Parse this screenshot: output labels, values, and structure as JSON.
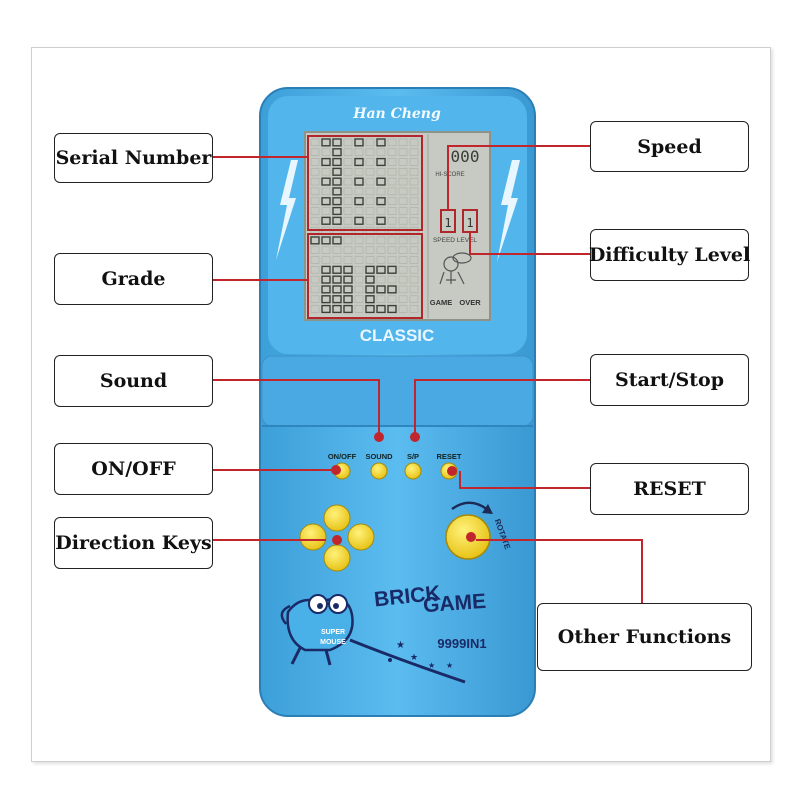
{
  "device": {
    "brand": "Han Cheng",
    "classic_label": "CLASSIC",
    "screen": {
      "speed_digits": "000",
      "hi_score_label": "HI-SCORE",
      "speed_level_label": "SPEED LEVEL",
      "game_label": "GAME",
      "over_label": "OVER",
      "speed_value": "1",
      "level_value": "1"
    },
    "buttons": {
      "on_off": "ON/OFF",
      "sound": "SOUND",
      "sp": "S/P",
      "reset": "RESET"
    },
    "rotate_label": "ROTATE",
    "logo_line1": "BRICK",
    "logo_line2": "GAME",
    "model": "9999IN1",
    "mascot_line1": "SUPER",
    "mascot_line2": "MOUSE"
  },
  "callouts": {
    "serial_number": "Serial Number",
    "grade": "Grade",
    "sound": "Sound",
    "on_off": "ON/OFF",
    "direction_keys": "Direction Keys",
    "speed": "Speed",
    "difficulty_level": "Difficulty Level",
    "start_stop": "Start/Stop",
    "reset": "RESET",
    "other_functions": "Other Functions"
  },
  "colors": {
    "body_blue": "#4ab0e8",
    "screen": "#c9ccc4",
    "button_yellow": "#f2d21e",
    "leader_red": "#c0262b",
    "lightning": "#dff3ff",
    "logo_navy": "#1a2a66"
  }
}
